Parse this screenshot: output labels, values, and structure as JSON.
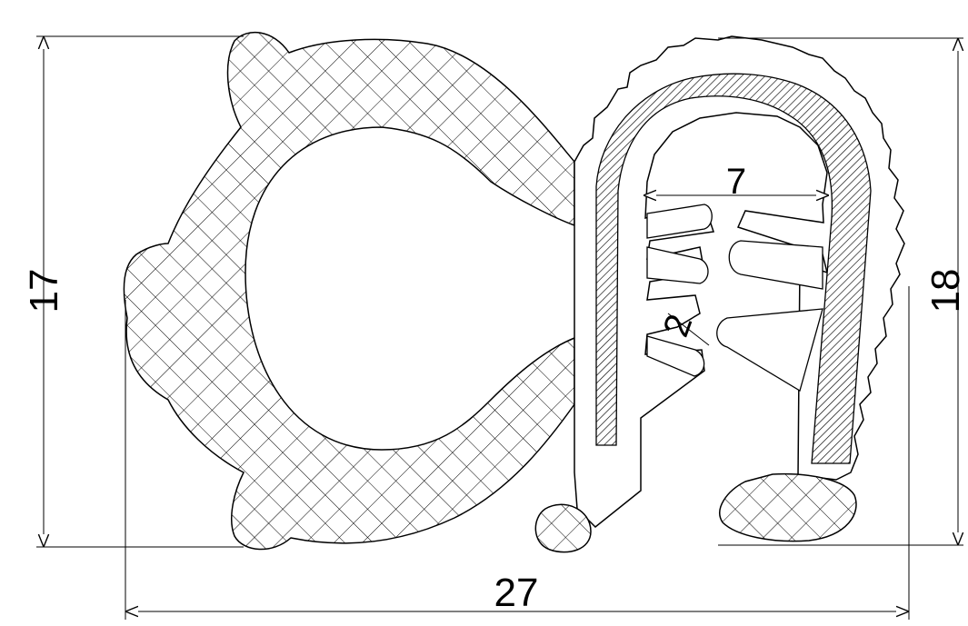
{
  "dimensions": {
    "height_left": "17",
    "height_right": "18",
    "width_bottom": "27",
    "inner_width": "7",
    "fin_thickness": "2"
  },
  "colors": {
    "line": "#000000",
    "background": "#ffffff"
  }
}
